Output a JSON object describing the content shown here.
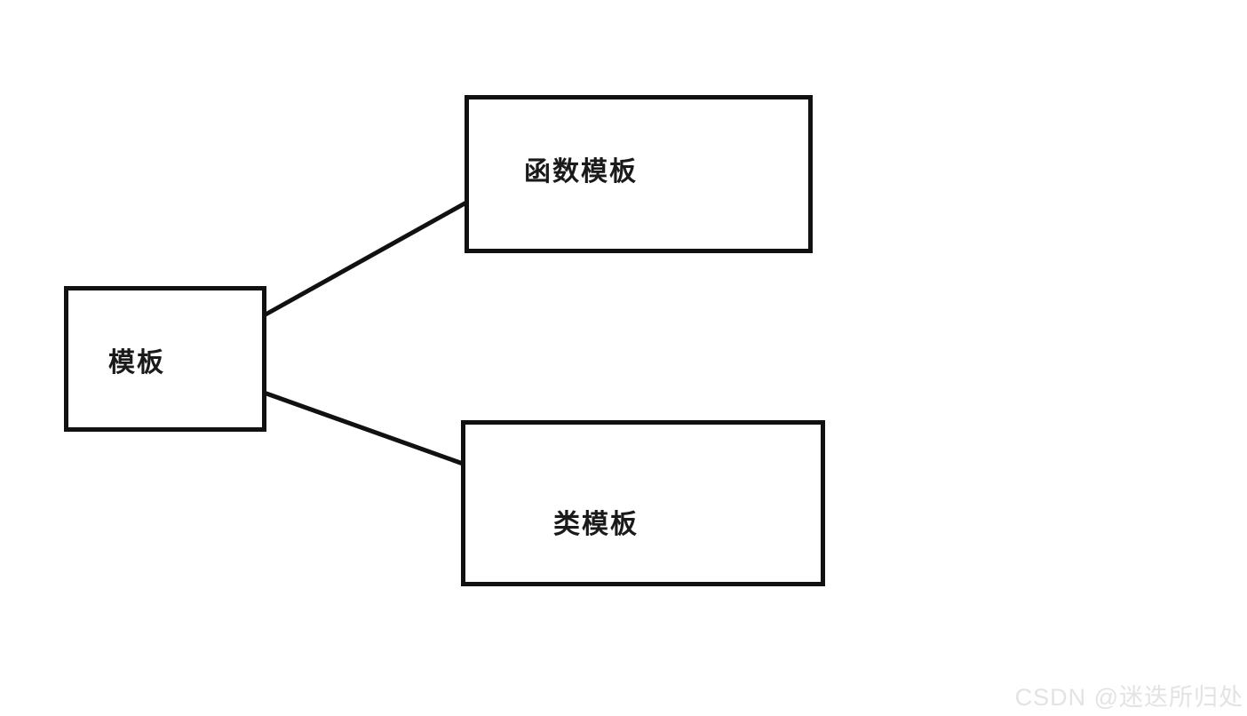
{
  "diagram": {
    "title": "template-types-diagram",
    "nodes": [
      {
        "id": "template",
        "label": "模板"
      },
      {
        "id": "function-template",
        "label": "函数模板"
      },
      {
        "id": "class-template",
        "label": "类模板"
      }
    ],
    "edges": [
      {
        "from": "template",
        "to": "function-template"
      },
      {
        "from": "template",
        "to": "class-template"
      }
    ]
  },
  "watermark": {
    "text": "CSDN @迷迭所归处"
  },
  "colors": {
    "stroke": "#111111",
    "background": "#ffffff",
    "watermark": "#e3e3e3"
  }
}
